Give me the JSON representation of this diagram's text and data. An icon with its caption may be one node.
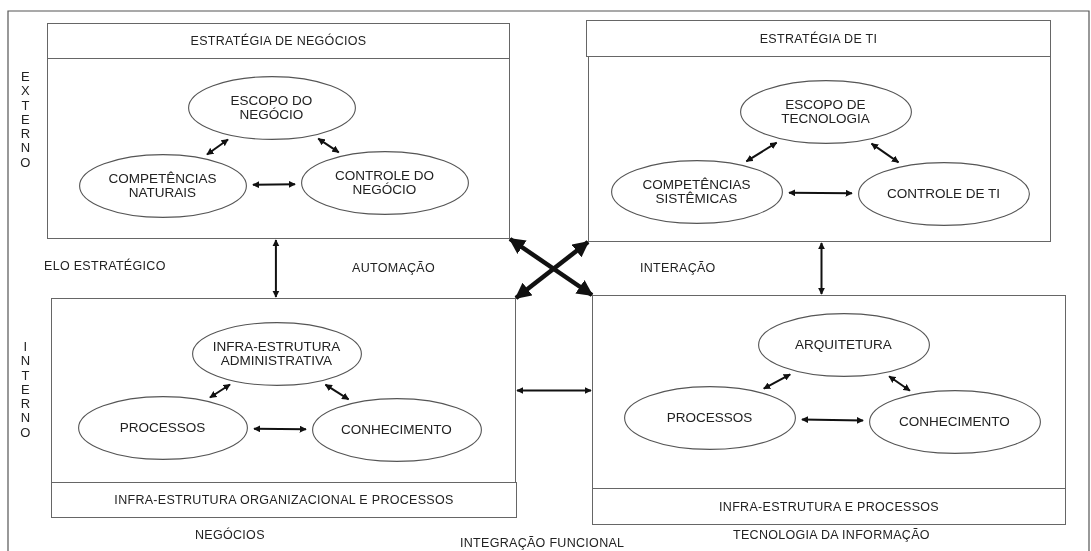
{
  "diagram": {
    "nodes": [
      {
        "text": [
          "ESTRATÉGIA DE NEGÓCIOS"
        ]
      },
      {
        "text": [],
        "shape": "box"
      },
      {
        "text": [
          "ESCOPO DO NEGÓCIO"
        ],
        "in": 1
      },
      {
        "text": [
          "COMPETÊNCIAS NATURAIS"
        ],
        "in": 1
      },
      {
        "text": [
          "CONTROLE DO NEGÓCIO"
        ],
        "in": 1
      },
      {
        "text": [
          "ESTRATÉGIA DE TI"
        ]
      },
      {
        "text": [],
        "shape": "box"
      },
      {
        "text": [
          "ESCOPO DE TECNOLOGIA"
        ],
        "in": 6
      },
      {
        "text": [
          "COMPETÊNCIAS SISTÊMICAS"
        ],
        "in": 6
      },
      {
        "text": [
          "CONTROLE DE TI"
        ],
        "in": 6
      },
      {
        "text": [],
        "shape": "box"
      },
      {
        "text": [
          "INFRA-ESTRUTURA ADMINISTRATIVA"
        ],
        "in": 10
      },
      {
        "text": [
          "PROCESSOS"
        ],
        "in": 10
      },
      {
        "text": [
          "CONHECIMENTO"
        ],
        "in": 10
      },
      {
        "text": [
          "INFRA-ESTRUTURA ORGANIZACIONAL E PROCESSOS"
        ]
      },
      {
        "text": [],
        "shape": "box"
      },
      {
        "text": [
          "ARQUITETURA"
        ],
        "in": 15
      },
      {
        "text": [
          "PROCESSOS"
        ],
        "in": 15
      },
      {
        "text": [
          "CONHECIMENTO"
        ],
        "in": 15
      },
      {
        "text": [
          "INFRA-ESTRUTURA E PROCESSOS"
        ]
      }
    ],
    "edges": [
      {
        "from": 2,
        "to": 3,
        "arrow": "both"
      },
      {
        "from": 2,
        "to": 4,
        "arrow": "both"
      },
      {
        "from": 3,
        "to": 4,
        "arrow": "both"
      },
      {
        "from": 7,
        "to": 8,
        "arrow": "both"
      },
      {
        "from": 7,
        "to": 9,
        "arrow": "both"
      },
      {
        "from": 8,
        "to": 9,
        "arrow": "both"
      },
      {
        "from": 1,
        "to": 10,
        "arrow": "both"
      },
      {
        "from": 10,
        "to": 6,
        "arrow": "both",
        "style": "thick"
      },
      {
        "from": 1,
        "to": 15,
        "arrow": "both",
        "style": "thick"
      },
      {
        "from": 6,
        "to": 15,
        "arrow": "both"
      },
      {
        "from": 11,
        "to": 12,
        "arrow": "both"
      },
      {
        "from": 11,
        "to": 13,
        "arrow": "both"
      },
      {
        "from": 12,
        "to": 13,
        "arrow": "both"
      },
      {
        "from": 10,
        "to": 15,
        "arrow": "both"
      },
      {
        "from": 16,
        "to": 17,
        "arrow": "both"
      },
      {
        "from": 16,
        "to": 18,
        "arrow": "both"
      },
      {
        "from": 17,
        "to": 18,
        "arrow": "both"
      }
    ],
    "labels": [
      "EXTERNO",
      "ELO ESTRATÉGICO",
      "AUTOMAÇÃO",
      "INTERAÇÃO",
      "INTERNO",
      "NEGÓCIOS",
      "TECNOLOGIA DA INFORMAÇÃO",
      "INTEGRAÇÃO FUNCIONAL"
    ]
  }
}
